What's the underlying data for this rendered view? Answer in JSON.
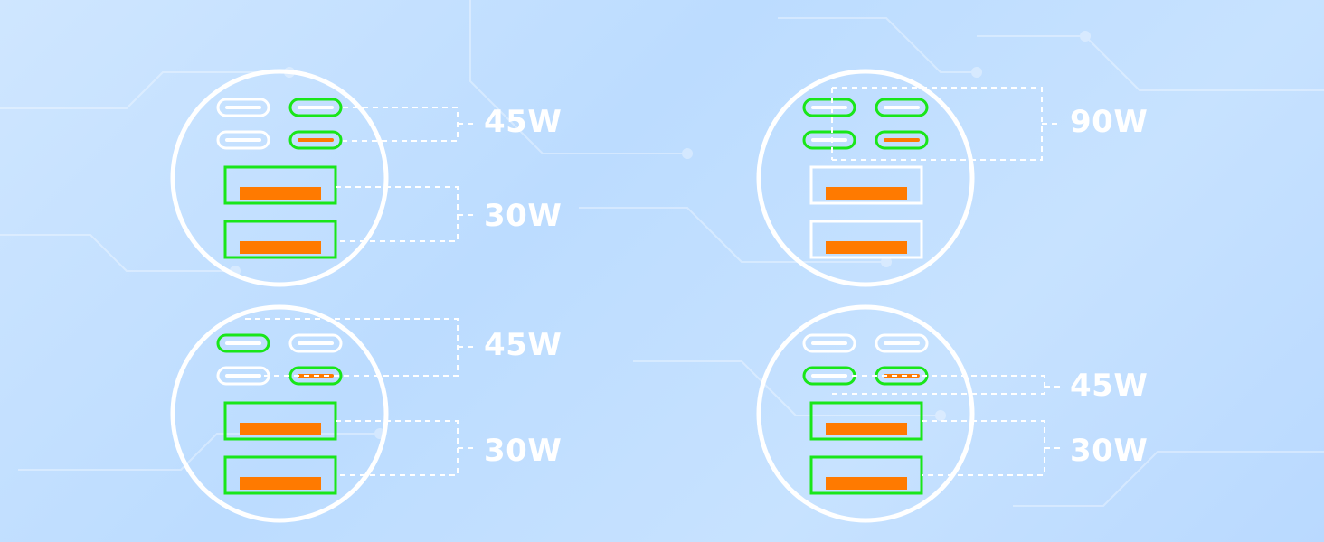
{
  "colors": {
    "background": "#c4e0ff",
    "circle_stroke": "#ffffff",
    "active_port": "#19e619",
    "inactive_port": "#ffffff",
    "pin": "#ff7a00",
    "dashed_line": "#ffffff",
    "label_text": "#ffffff"
  },
  "panels": [
    {
      "id": "top-left",
      "labels": {
        "usb_c": "45W",
        "usb_a": "30W"
      },
      "active": {
        "c1": false,
        "c2": true,
        "c3": false,
        "c4": true,
        "a1": true,
        "a2": true
      }
    },
    {
      "id": "top-right",
      "labels": {
        "usb_c": "90W",
        "usb_a": ""
      },
      "active": {
        "c1": true,
        "c2": true,
        "c3": true,
        "c4": true,
        "a1": false,
        "a2": false
      }
    },
    {
      "id": "bottom-left",
      "labels": {
        "usb_c": "45W",
        "usb_a": "30W"
      },
      "active": {
        "c1": true,
        "c2": false,
        "c3": false,
        "c4": true,
        "a1": true,
        "a2": true
      }
    },
    {
      "id": "bottom-right",
      "labels": {
        "usb_c": "45W",
        "usb_a": "30W"
      },
      "active": {
        "c1": false,
        "c2": false,
        "c3": true,
        "c4": true,
        "a1": true,
        "a2": true
      }
    }
  ]
}
